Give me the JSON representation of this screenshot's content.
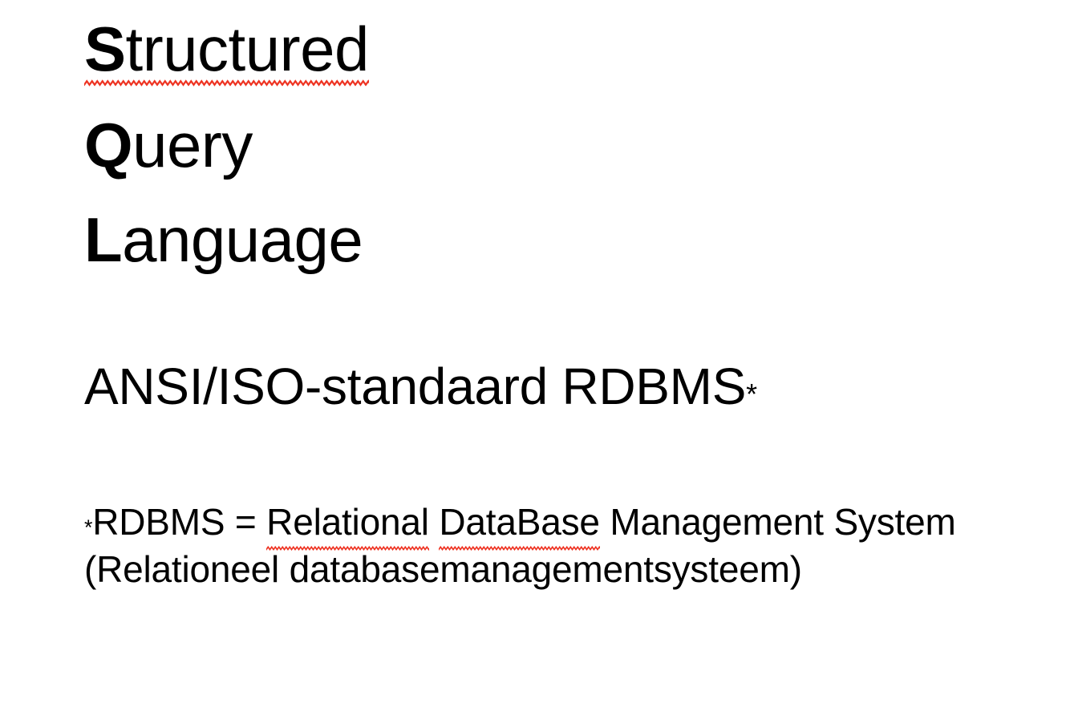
{
  "slide": {
    "background_color": "#ffffff",
    "text_color": "#000000",
    "spellcheck_underline_color": "#ee3322"
  },
  "acronym": {
    "lines": [
      {
        "initial": "S",
        "rest": "tructured",
        "misspelled": true
      },
      {
        "initial": "Q",
        "rest": "uery",
        "misspelled": false
      },
      {
        "initial": "L",
        "rest": "anguage",
        "misspelled": false
      }
    ]
  },
  "standard": {
    "text": "ANSI/ISO-standaard RDBMS",
    "footnote_marker": "*"
  },
  "footnote": {
    "marker": "*",
    "abbreviation": "RDBMS",
    "equals": "=",
    "expansion_part1": "Relational",
    "expansion_part2": "DataBase",
    "expansion_part3": "Management System",
    "translation": "(Relationeel databasemanagementsysteem)"
  }
}
